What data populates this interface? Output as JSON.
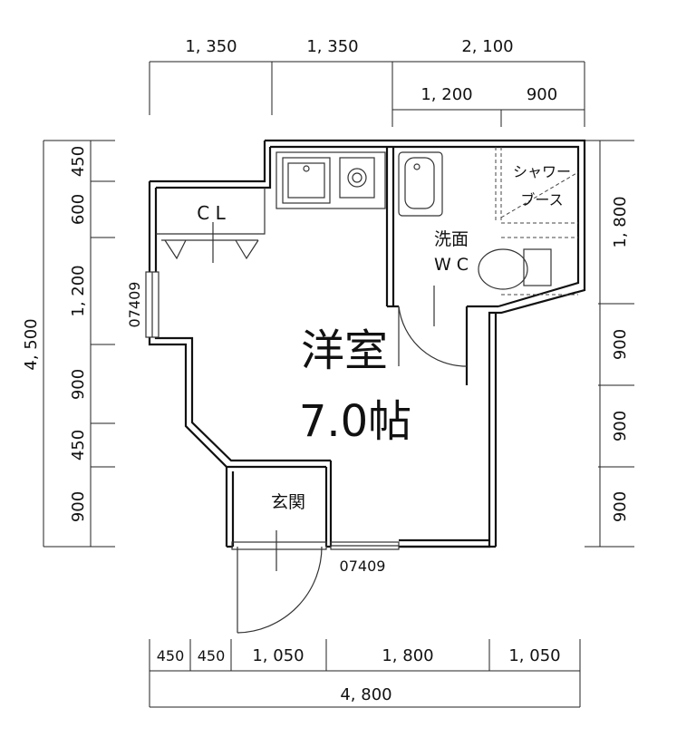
{
  "dimensions": {
    "top_row1": [
      "1, 350",
      "1, 350",
      "2, 100"
    ],
    "top_row2": [
      "1, 200",
      "900"
    ],
    "left_segments": [
      "450",
      "600",
      "1, 200",
      "900",
      "450",
      "900"
    ],
    "left_total": "4, 500",
    "right_segments": [
      "1, 800",
      "900",
      "900",
      "900"
    ],
    "bottom_segments": [
      "450",
      "450",
      "1, 050",
      "1, 800",
      "1, 050"
    ],
    "bottom_total": "4, 800"
  },
  "rooms": {
    "main_name": "洋室",
    "main_size": "7.0帖",
    "closet": "C L",
    "washroom_line1": "洗面",
    "washroom_line2": "W C",
    "shower_line1": "シャワー",
    "shower_line2": "ブース",
    "entrance": "玄関"
  },
  "window_codes": {
    "left": "07409",
    "bottom": "07409"
  }
}
